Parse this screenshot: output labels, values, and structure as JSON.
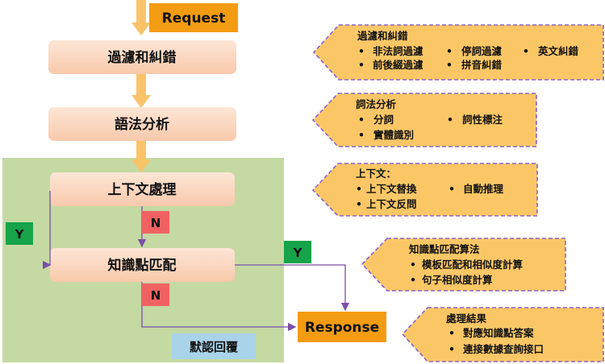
{
  "flow": {
    "request": "Request",
    "filter": "過濾和糾錯",
    "syntax": "語法分析",
    "context": "上下文處理",
    "match": "知識點匹配",
    "response": "Response",
    "default_reply": "默認回覆",
    "label_n1": "N",
    "label_n2": "N",
    "label_y_left": "Y",
    "label_y_right": "Y"
  },
  "callouts": {
    "filter": {
      "title": "過濾和糾錯",
      "items": [
        "非法詞過濾",
        "停詞過濾",
        "英文糾錯",
        "前後綴過濾",
        "拼音糾錯"
      ]
    },
    "syntax": {
      "title": "詞法分析",
      "items": [
        "分詞",
        "詞性標注",
        "實體識別"
      ]
    },
    "context": {
      "title": "上下文：",
      "items": [
        "上下文替換",
        "自動推理",
        "上下文反問"
      ]
    },
    "match": {
      "title": "知識點匹配算法",
      "items": [
        "模板匹配和相似度計算",
        "句子相似度計算"
      ]
    },
    "result": {
      "title": "處理結果",
      "items": [
        "對應知識點答案",
        "連接數據查詢接口"
      ]
    }
  },
  "bullet": "•",
  "colors": {
    "request_fill": "#f39c12",
    "node_fill": "#fbd9c3",
    "region_fill": "#c5d9a3",
    "arrow_orange": "#f9c36a",
    "callout_fill": "#fbc766",
    "callout_border": "#8a63c9",
    "line_purple": "#7a4fa7",
    "label_n": "#f06262",
    "label_y": "#16a34a",
    "default_fill": "#a9d3e8"
  }
}
